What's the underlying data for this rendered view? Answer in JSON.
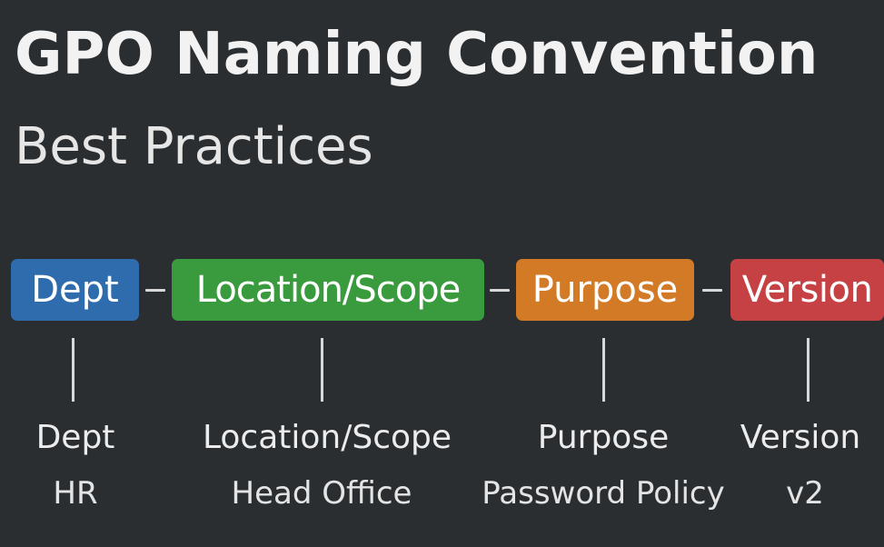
{
  "header": {
    "title": "GPO Naming Convention",
    "subtitle": "Best Practices"
  },
  "segments": [
    {
      "label": "Dept",
      "caption": "Dept",
      "example": "HR",
      "color": "#2e6cae"
    },
    {
      "label": "Location/Scope",
      "caption": "Location/Scope",
      "example": "Head Office",
      "color": "#3a9b3e"
    },
    {
      "label": "Purpose",
      "caption": "Purpose",
      "example": "Password Policy",
      "color": "#d27a25"
    },
    {
      "label": "Version",
      "caption": "Version",
      "example": "v2",
      "color": "#c64144"
    }
  ]
}
